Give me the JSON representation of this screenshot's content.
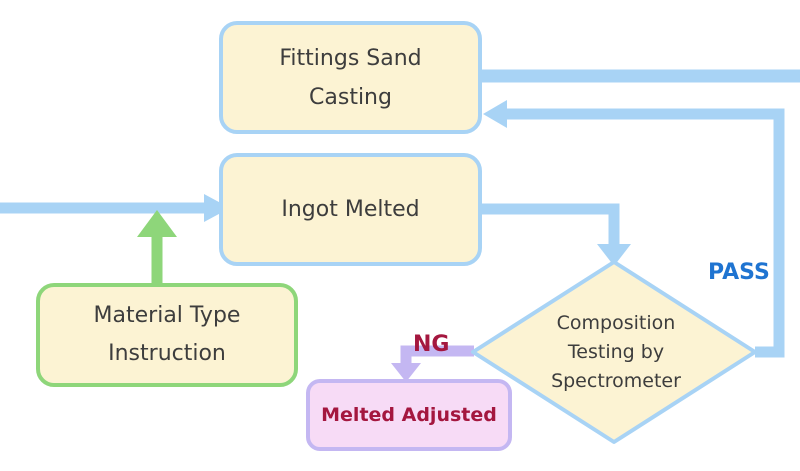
{
  "nodes": {
    "fittings": {
      "lines": [
        "Fittings Sand",
        "Casting"
      ]
    },
    "ingot": {
      "lines": [
        "Ingot Melted"
      ]
    },
    "material": {
      "lines": [
        "Material Type",
        "Instruction"
      ]
    },
    "composition": {
      "lines": [
        "Composition",
        "Testing by",
        "Spectrometer"
      ]
    },
    "melted_adjusted": {
      "lines": [
        "Melted Adjusted"
      ]
    }
  },
  "edge_labels": {
    "pass": "PASS",
    "ng": "NG"
  },
  "colors": {
    "flow_blue": "#a8d3f5",
    "box_fill": "#fcf3d3",
    "instruction_green": "#8ed67a",
    "adjust_purple": "#c4b7f2",
    "adjust_fill": "#f7dbf6",
    "pass_text": "#1f74d1",
    "ng_text": "#a4173f"
  }
}
